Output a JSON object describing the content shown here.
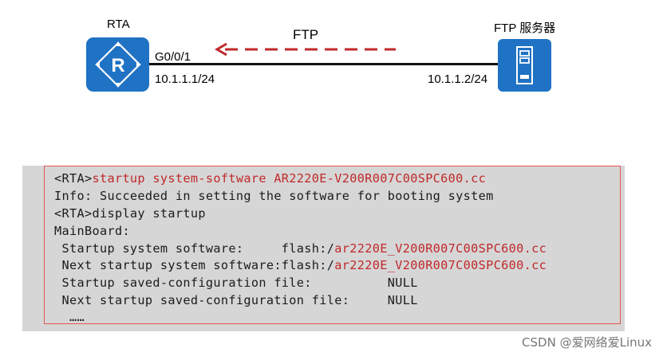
{
  "topology": {
    "router_name": "RTA",
    "server_name": "FTP 服务器",
    "protocol_label": "FTP",
    "router_interface": "G0/0/1",
    "router_ip": "10.1.1.1/24",
    "server_ip": "10.1.1.2/24",
    "router_icon": "router-icon",
    "server_icon": "server-icon",
    "arrow_color": "#c0282a",
    "device_color": "#1f72c4"
  },
  "console": {
    "lines": [
      {
        "prefix": "<RTA>",
        "rest": "startup system-software AR2220E-V200R007C00SPC600.cc"
      },
      {
        "prefix": "Info: Succeeded in setting the software for booting system",
        "rest": ""
      },
      {
        "prefix": "<RTA>display startup",
        "rest": ""
      },
      {
        "prefix": "MainBoard:",
        "rest": ""
      },
      {
        "prefix": " Startup system software:     flash:/",
        "rest": "ar2220E_V200R007C00SPC600.cc"
      },
      {
        "prefix": " Next startup system software:flash:/",
        "rest": "ar2220E_V200R007C00SPC600.cc"
      },
      {
        "prefix": " Startup saved-configuration file:          NULL",
        "rest": ""
      },
      {
        "prefix": " Next startup saved-configuration file:     NULL",
        "rest": ""
      },
      {
        "prefix": "  ……",
        "rest": ""
      }
    ],
    "highlight_color": "#c0282a",
    "border_color": "#e05555"
  },
  "watermark": "CSDN @爱网络爱Linux"
}
